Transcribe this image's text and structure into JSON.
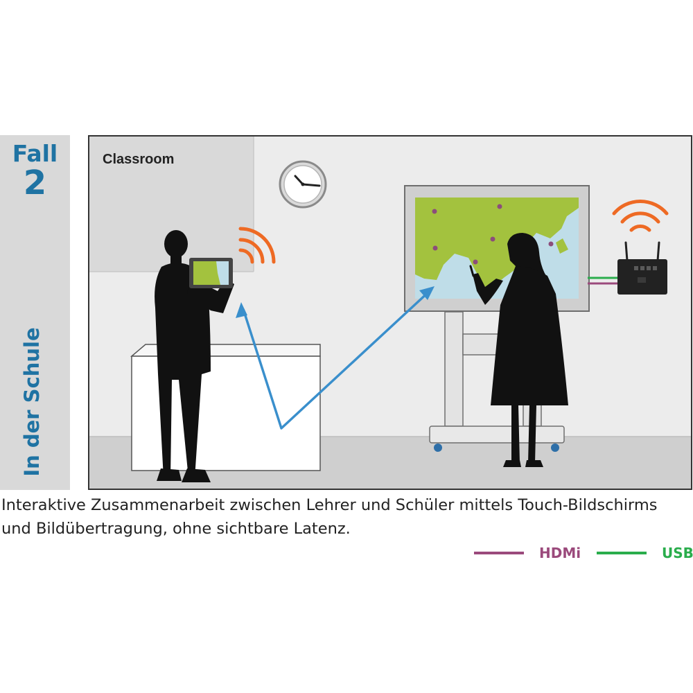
{
  "case_label": {
    "word": "Fall",
    "number": "2"
  },
  "vertical_label": "In der Schule",
  "room_label": "Classroom",
  "caption": "Interaktive Zusammenarbeit zwischen Lehrer und Schüler mittels Touch-Bildschirms und Bildübertragung, ohne sichtbare Latenz.",
  "legend": [
    {
      "label": "HDMi",
      "color": "#9b4a7c"
    },
    {
      "label": "USB",
      "color": "#2aad4c"
    }
  ],
  "colors": {
    "accent_blue": "#1f73a3",
    "wifi_orange": "#ee6a24",
    "connection_arrow": "#3a8fcc",
    "map_land": "#a3c23e",
    "map_water": "#bfdde8",
    "map_dots": "#8c4d7b"
  },
  "icons": [
    "wall-clock-icon",
    "wifi-signal-icon",
    "wireless-router-icon",
    "touch-display-icon",
    "tablet-icon"
  ]
}
